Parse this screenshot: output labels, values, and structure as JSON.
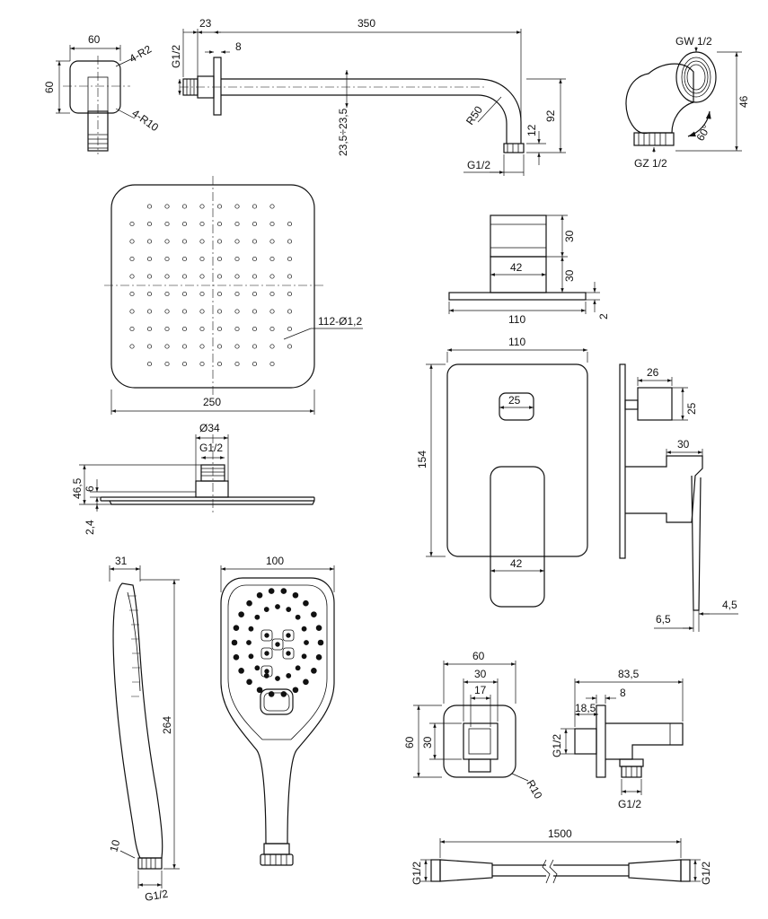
{
  "arm": {
    "width_60": "60",
    "height_60": "60",
    "radius_r2": "4-R2",
    "radius_r10": "4-R10",
    "thread_left": "G1/2",
    "len_23": "23",
    "len_350": "350",
    "len_8": "8",
    "radius_r50": "R50",
    "height_range": "23,5÷23,5",
    "drop_92": "92",
    "drop_12": "12",
    "thread_bottom": "G1/2"
  },
  "elbow": {
    "thread_top": "GW 1/2",
    "thread_bottom": "GZ 1/2",
    "height_46": "46",
    "angle": "60°"
  },
  "overhead": {
    "holes_label": "112-Ø1,2",
    "width_250": "250",
    "dia_34": "Ø34",
    "thread": "G1/2",
    "height_46_5": "46,5",
    "height_6": "6",
    "thickness_2_4": "2,4"
  },
  "diverter": {
    "h_30_top": "30",
    "h_30_bottom": "30",
    "w_42": "42",
    "w_110": "110",
    "thick_2": "2"
  },
  "mixer": {
    "width_110": "110",
    "height_154": "154",
    "knob_25": "25",
    "lever_42": "42",
    "side_26": "26",
    "side_25": "25",
    "side_30": "30",
    "side_6_5": "6,5",
    "side_4_5": "4,5"
  },
  "handshower": {
    "depth_31": "31",
    "length_264": "264",
    "neck_10": "10",
    "thread": "G1/2",
    "width_100": "100"
  },
  "wall_outlet": {
    "w_60": "60",
    "w_30": "30",
    "w_17": "17",
    "h_60": "60",
    "h_30": "30",
    "radius": "R10",
    "depth_83_5": "83,5",
    "depth_8": "8",
    "depth_18_5": "18,5",
    "thread_side": "G1/2",
    "thread_bottom": "G1/2"
  },
  "hose": {
    "length_1500": "1500",
    "thread_left": "G1/2",
    "thread_right": "G1/2"
  }
}
